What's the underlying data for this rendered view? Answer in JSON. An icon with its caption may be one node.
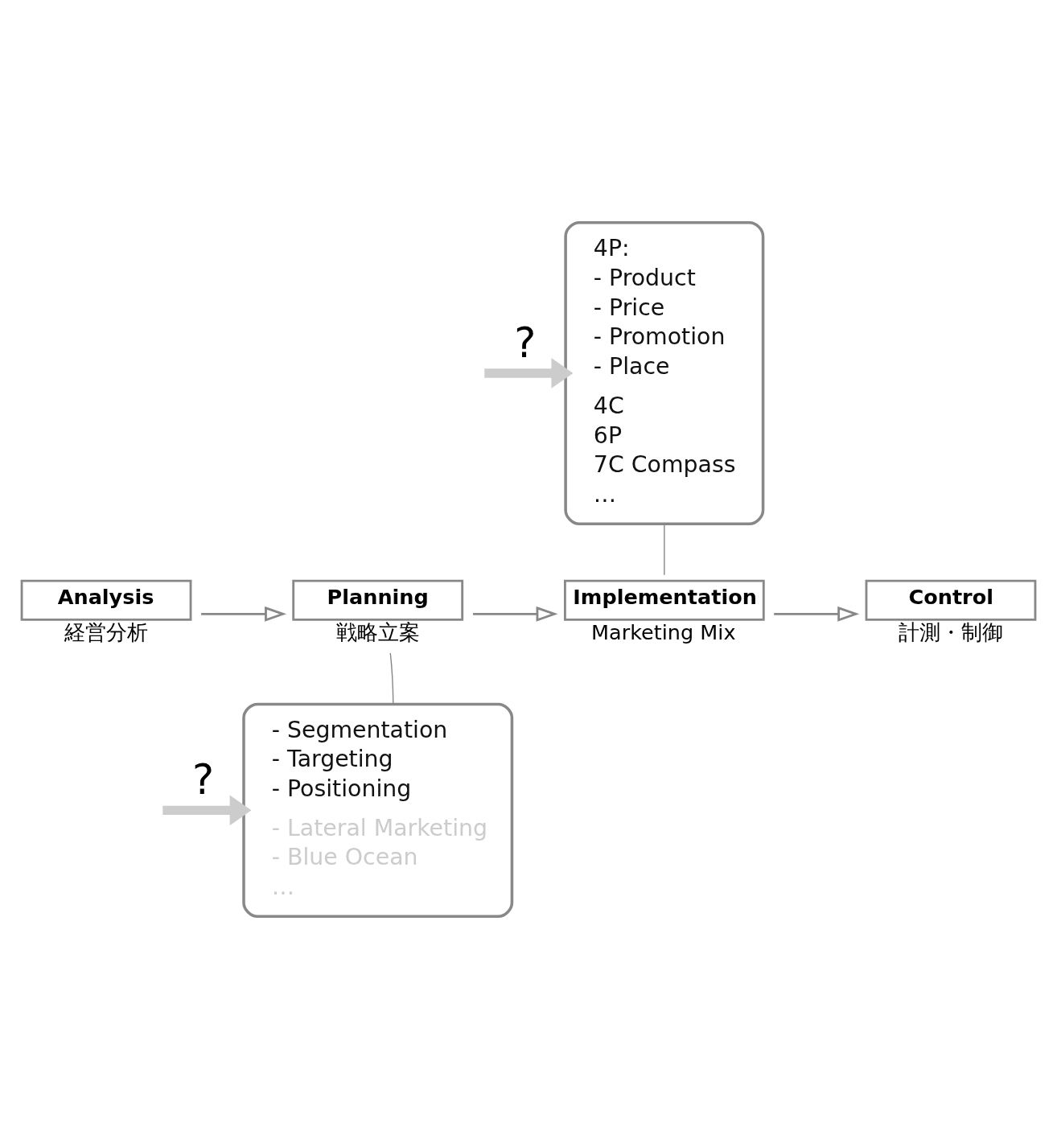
{
  "diagram": {
    "nodes": [
      {
        "text": [
          "Analysis"
        ],
        "beside": [
          "経営分析"
        ]
      },
      {
        "text": [
          "Planning"
        ],
        "beside": [
          "戦略立案"
        ]
      },
      {
        "text": [
          "Implementation"
        ],
        "beside": [
          "Marketing Mix"
        ]
      },
      {
        "text": [
          "Control"
        ],
        "beside": [
          "計測・制御"
        ]
      },
      {
        "text": [
          "4P:",
          "- Product",
          "- Price",
          "- Promotion",
          "- Place",
          "4C",
          "6P",
          "7C Compass",
          "…"
        ]
      },
      {
        "text": [
          "- Segmentation",
          "- Targeting",
          "- Positioning",
          "- Lateral Marketing",
          "- Blue Ocean",
          "…"
        ]
      }
    ],
    "edges": [
      {
        "from": 0,
        "to": 1,
        "arrow": "to"
      },
      {
        "from": 1,
        "to": 2,
        "arrow": "to"
      },
      {
        "from": 2,
        "to": 3,
        "arrow": "to"
      },
      {
        "from": 4,
        "to": 2,
        "arrow": "none"
      },
      {
        "from": 5,
        "to": 1,
        "arrow": "none"
      },
      {
        "from": null,
        "to": 4,
        "arrow": "to",
        "label": "?",
        "style": "thick",
        "color": "#cccccc"
      },
      {
        "from": null,
        "to": 5,
        "arrow": "to",
        "label": "?",
        "style": "thick",
        "color": "#cccccc"
      }
    ]
  }
}
